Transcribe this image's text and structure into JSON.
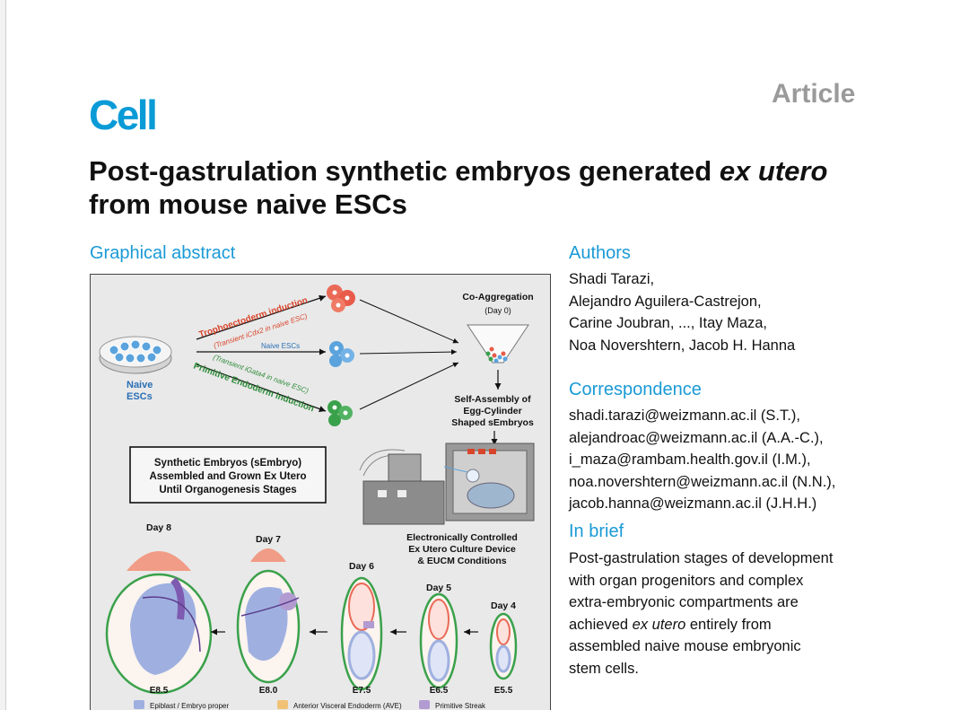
{
  "header": {
    "journal_logo": "Cell",
    "article_type": "Article"
  },
  "title": {
    "part1": "Post-gastrulation synthetic embryos generated ",
    "italic1": "ex utero",
    "part2": " from mouse naive ESCs"
  },
  "sections": {
    "graphical_abstract": "Graphical abstract",
    "authors": "Authors",
    "correspondence": "Correspondence",
    "in_brief": "In brief"
  },
  "authors": [
    "Shadi Tarazi,",
    "Alejandro Aguilera-Castrejon,",
    "Carine Joubran, ..., Itay Maza,",
    "Noa Novershtern, Jacob H. Hanna"
  ],
  "correspondence": [
    "shadi.tarazi@weizmann.ac.il (S.T.),",
    "alejandroac@weizmann.ac.il (A.A.-C.),",
    "i_maza@rambam.health.gov.il (I.M.),",
    "noa.novershtern@weizmann.ac.il (N.N.),",
    "jacob.hanna@weizmann.ac.il (J.H.H.)"
  ],
  "in_brief": {
    "lines": [
      "Post-gastrulation stages of development",
      "with organ progenitors and complex",
      "extra-embryonic compartments are"
    ],
    "line4_pre": "achieved ",
    "line4_italic": "ex utero",
    "line4_post": " entirely from",
    "line5": "assembled naive mouse embryonic",
    "line6": "stem cells."
  },
  "graphical_abstract": {
    "naive_escs_1": "Naive",
    "naive_escs_2": "ESCs",
    "tropho": "Trophoectoderm induction",
    "tropho_sub": "(Transient iCdx2 in naive ESC)",
    "naive_arrow": "Naive ESCs",
    "prim_sub": "(Transient iGata4 in naive ESC)",
    "prim": "Primitive Endoderm induction",
    "coagg": "Co-Aggregation",
    "day0": "(Day 0)",
    "self1": "Self-Assembly of",
    "self2": "Egg-Cylinder",
    "self3": "Shaped sEmbryos",
    "box1": "Synthetic Embryos (sEmbryo)",
    "box2": "Assembled and Grown Ex Utero",
    "box3": "Until Organogenesis Stages",
    "dev1": "Electronically Controlled",
    "dev2": "Ex Utero Culture Device",
    "dev3": "& EUCM Conditions",
    "days": [
      "Day 8",
      "Day 7",
      "Day 6",
      "Day 5",
      "Day 4"
    ],
    "stages": [
      "E8.5",
      "E8.0",
      "E7.5",
      "E6.5",
      "E5.5"
    ],
    "legend": [
      "Epiblast / Embryo proper",
      "Anterior Visceral Endoderm (AVE)",
      "Primitive Streak"
    ],
    "colors": {
      "epiblast": "#9fb0e0",
      "ave": "#f1c276",
      "ps": "#b19bd1",
      "tropho": "#ea6a57",
      "prim": "#3aa14b",
      "naive": "#5aa3dd"
    }
  }
}
